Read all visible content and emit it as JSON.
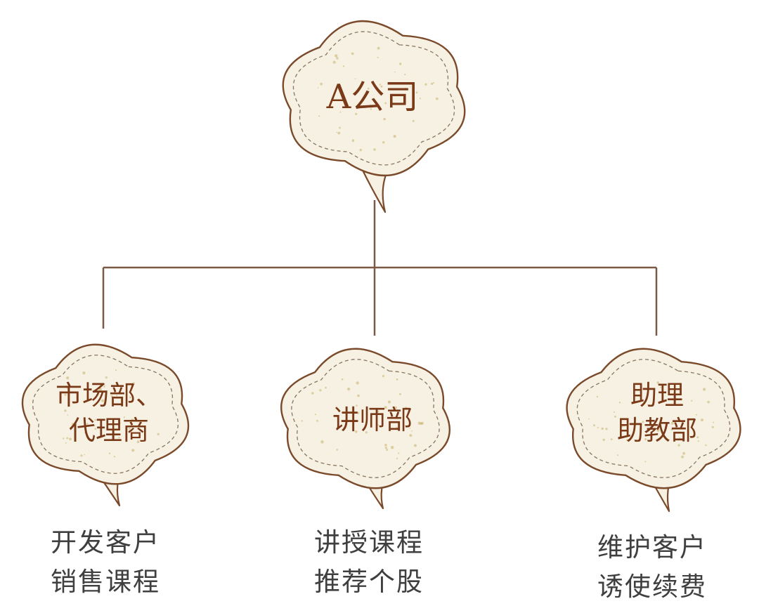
{
  "root": {
    "label": "A公司"
  },
  "departments": [
    {
      "name_lines": [
        "市场部、",
        "代理商"
      ],
      "duties": [
        "开发客户",
        "销售课程"
      ]
    },
    {
      "name_lines": [
        "讲师部"
      ],
      "duties": [
        "讲授课程",
        "推荐个股"
      ]
    },
    {
      "name_lines": [
        "助理",
        "助教部"
      ],
      "duties": [
        "维护客户",
        "诱使续费"
      ]
    }
  ],
  "colors": {
    "cloud_fill": "#f6f1e3",
    "cloud_outline": "#7a4a2a",
    "stitch": "#8a7560",
    "connector": "#7a5a44",
    "label_text": "#7a3a18",
    "duty_text": "#3f3f3f"
  }
}
